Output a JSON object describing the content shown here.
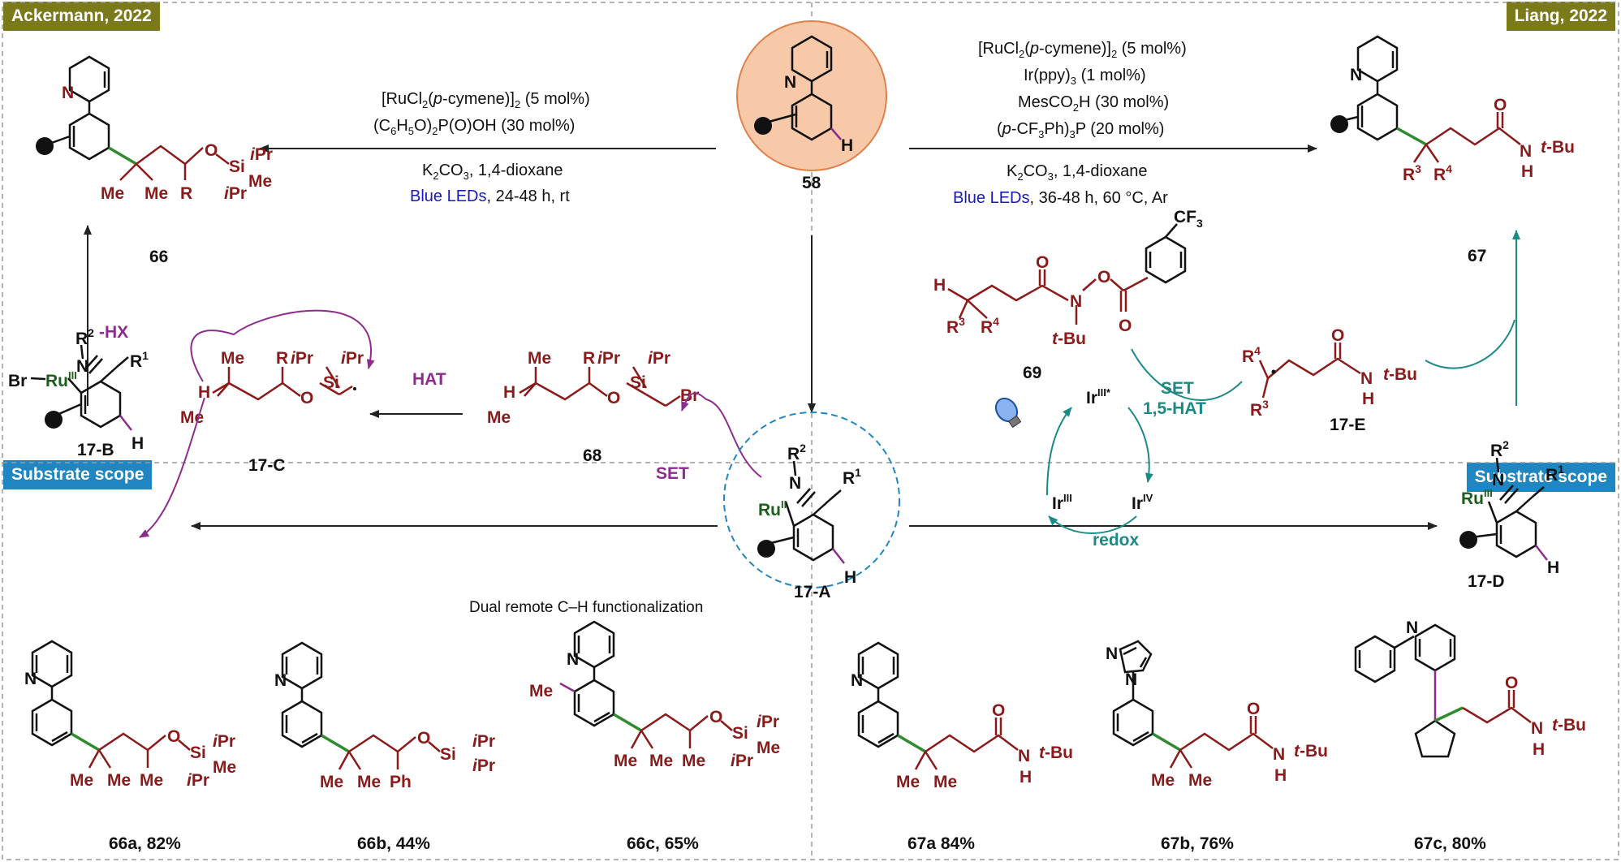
{
  "tags": {
    "left": "Ackermann, 2022",
    "right": "Liang, 2022",
    "scope_left": "Substrate scope",
    "scope_right": "Substrate scope"
  },
  "top_left_conditions": {
    "line1_a": "[RuCl",
    "line1_b": "2",
    "line1_c": "(",
    "line1_d": "p",
    "line1_e": "-cymene)]",
    "line1_f": "2",
    "line1_g": " (5 mol%)",
    "line2_a": "(C",
    "line2_b": "6",
    "line2_c": "H",
    "line2_d": "5",
    "line2_e": "O)",
    "line2_f": "2",
    "line2_g": "P(O)OH (30 mol%)",
    "line3_a": "K",
    "line3_b": "2",
    "line3_c": "CO",
    "line3_d": "3",
    "line3_e": ", 1,4-dioxane",
    "line4_a": "Blue LEDs",
    "line4_b": ", 24-48 h, rt"
  },
  "top_right_conditions": {
    "line1_a": "[RuCl",
    "line1_b": "2",
    "line1_c": "(",
    "line1_d": "p",
    "line1_e": "-cymene)]",
    "line1_f": "2",
    "line1_g": " (5 mol%)",
    "line2_a": "Ir(ppy)",
    "line2_b": "3",
    "line2_c": " (1 mol%)",
    "line3_a": "MesCO",
    "line3_b": "2",
    "line3_c": "H (30 mol%)",
    "line4_a": "(",
    "line4_b": "p",
    "line4_c": "-CF",
    "line4_d": "3",
    "line4_e": "Ph)",
    "line4_f": "3",
    "line4_g": "P (20 mol%)",
    "line5_a": "K",
    "line5_b": "2",
    "line5_c": "CO",
    "line5_d": "3",
    "line5_e": ", 1,4-dioxane",
    "line6_a": "Blue LEDs",
    "line6_b": ", 36-48 h, 60 °C, Ar"
  },
  "compounds": {
    "c58": "58",
    "c66": "66",
    "c67": "67",
    "c68": "68",
    "c69": "69",
    "c17A": "17-A",
    "c17B": "17-B",
    "c17C": "17-C",
    "c17D": "17-D",
    "c17E": "17-E"
  },
  "steps": {
    "minus_hx": "-HX",
    "hat": "HAT",
    "set_left": "SET",
    "set_right": "SET",
    "hat_15": "1,5-HAT",
    "redox": "redox",
    "dual": "Dual remote C–H functionalization"
  },
  "photocat": {
    "ir3star": "Ir",
    "ir3star_sup": "III*",
    "ir3": "Ir",
    "ir3_sup": "III",
    "ir4": "Ir",
    "ir4_sup": "IV"
  },
  "atoms": {
    "N": "N",
    "H": "H",
    "O": "O",
    "Si": "Si",
    "iPr_i": "i",
    "iPr_Pr": "Pr",
    "Me": "Me",
    "R": "R",
    "Ph": "Ph",
    "Br": "Br",
    "Ru": "Ru",
    "CF3_a": "CF",
    "CF3_b": "3",
    "tBu_t": "t",
    "tBu_Bu": "-Bu",
    "R1": "1",
    "R2": "2",
    "R3": "3",
    "R4": "4",
    "II": "II",
    "III": "III"
  },
  "products": {
    "p66a": "66a, 82%",
    "p66b": "66b, 44%",
    "p66c": "66c, 65%",
    "p67a": "67a 84%",
    "p67b": "67b, 76%",
    "p67c": "67c, 80%"
  },
  "colors": {
    "olive_tag": "#7b7a1b",
    "blue_tag": "#1f86c1",
    "bond_red": "#8b1a1a",
    "bond_green": "#2e8b2e",
    "ruthenium": "#1c5e1c",
    "blue_leds": "#1a1ab4",
    "purple_arrow": "#8e2c8e",
    "teal_arrow": "#1a8a85",
    "sphere_fill": "#f7c9a9",
    "sphere_stroke": "#e0804a"
  }
}
